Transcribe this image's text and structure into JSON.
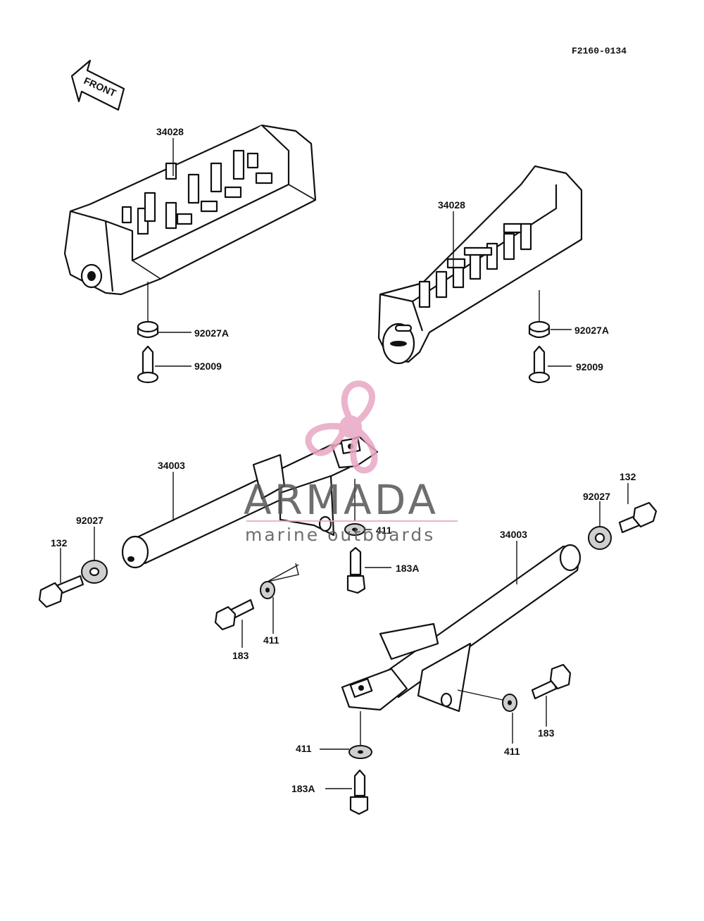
{
  "diagram": {
    "code": "F2160-0134",
    "front_label": "FRONT"
  },
  "watermark": {
    "brand": "ARMADA",
    "tagline": "marine outboards",
    "accent": "#e8a6c4"
  },
  "callouts": {
    "step_left": "34028",
    "step_right": "34028",
    "nut_left": "92027A",
    "nut_right": "92027A",
    "pin_left": "92009",
    "pin_right": "92009",
    "bracket_left": "34003",
    "bracket_right": "34003",
    "collar_left": "92027",
    "collar_right": "92027",
    "bolt_left": "132",
    "bolt_right": "132",
    "washer_mid_a": "411",
    "washer_mid_b": "411",
    "washer_low_a": "411",
    "washer_low_b": "411",
    "bolt183_left": "183",
    "bolt183_right": "183",
    "bolt183A_mid": "183A",
    "bolt183A_low": "183A"
  }
}
